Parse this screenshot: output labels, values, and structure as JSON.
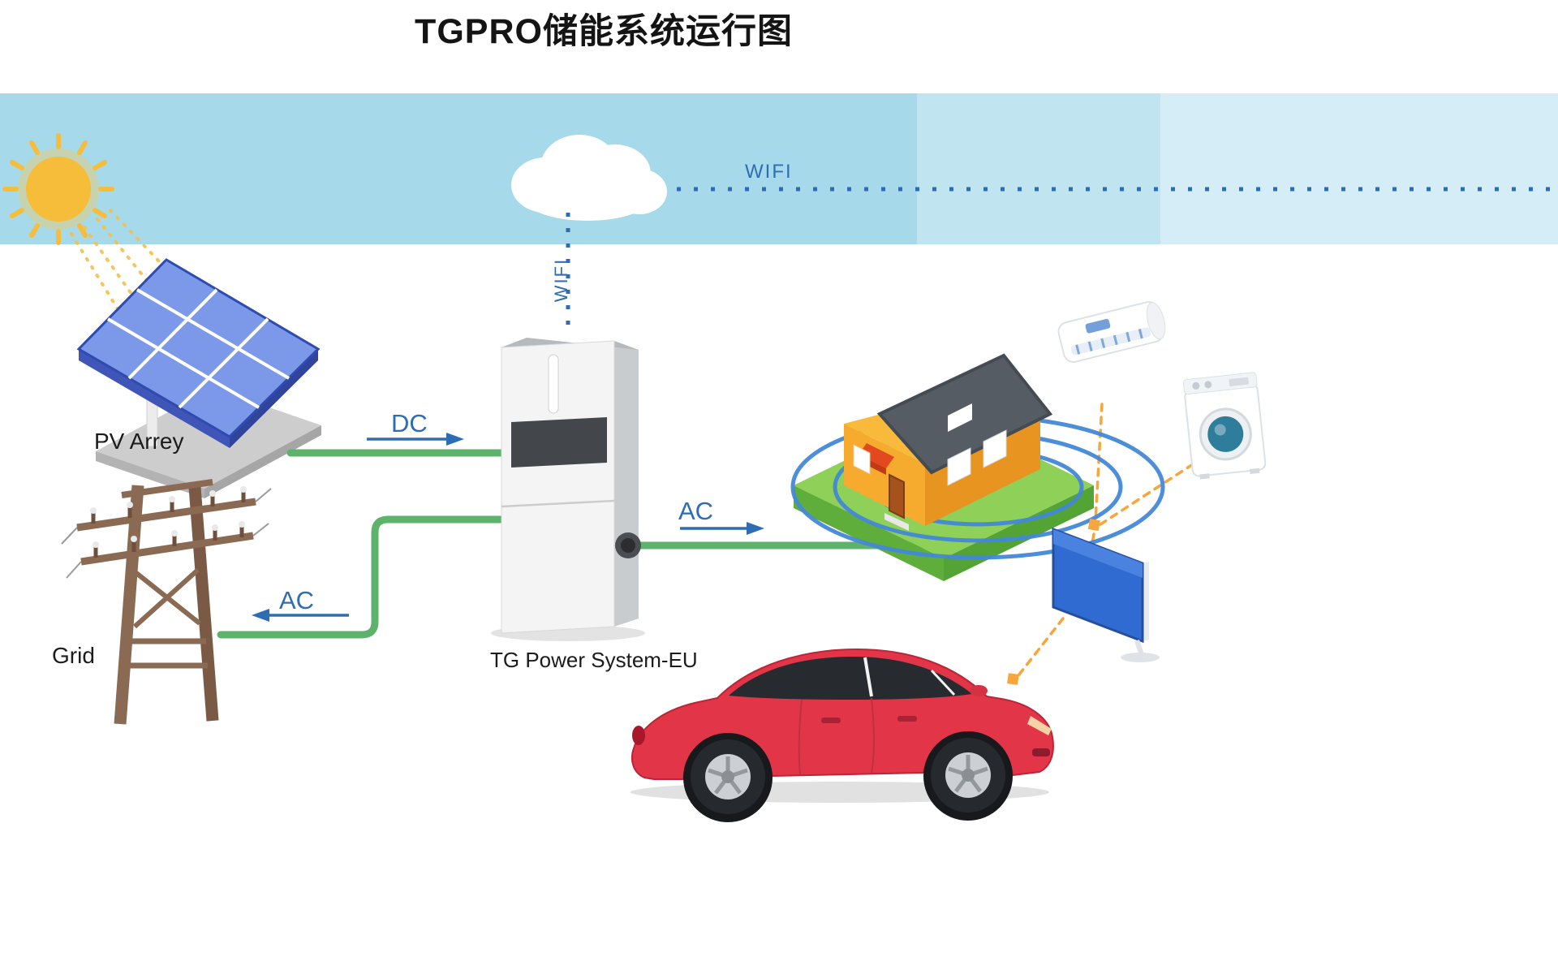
{
  "title": "TGPRO储能系统运行图",
  "sky": {
    "wifi_label": "WIFI"
  },
  "pv": {
    "label": "PV Arrey"
  },
  "grid": {
    "label": "Grid"
  },
  "inverter": {
    "label": "TG Power System-EU",
    "wifi_label": "WIFI"
  },
  "flows": {
    "dc": "DC",
    "ac_grid": "AC",
    "ac_load": "AC"
  },
  "colors": {
    "label_blue": "#2e6db4",
    "line_green": "#5db36b",
    "dash_orange": "#f6a63c",
    "ring_blue": "#4488d8",
    "car_red": "#e23648",
    "sun_yellow": "#f6bd3a",
    "panel_blue": "#7b99e8",
    "grass_green": "#8ed058",
    "roof_gray": "#555c64",
    "sky_left": "#a6d9ea",
    "sky_mid": "#c0e5f1",
    "sky_right": "#d4edf7",
    "house_orange": "#f2a52c",
    "pole_brown": "#8a6a52"
  }
}
